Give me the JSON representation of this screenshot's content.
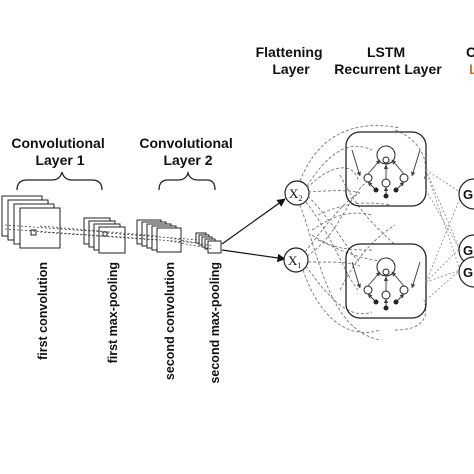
{
  "labels": {
    "conv1": [
      "Convolutional",
      "Layer 1"
    ],
    "conv2": [
      "Convolutional",
      "Layer 2"
    ],
    "flatten": [
      "Flattening",
      "Layer"
    ],
    "lstm": [
      "LSTM",
      "Recurrent Layer"
    ],
    "output_partial": [
      "C",
      "L"
    ],
    "first_convolution": "first convolution",
    "first_max_pooling": "first max-pooling",
    "second_convolution": "second convolution",
    "second_max_pooling": "second max-pooling"
  },
  "nodes": {
    "x2": {
      "base": "X",
      "sub": "2"
    },
    "x1": {
      "base": "X",
      "sub": "1"
    },
    "outputs": [
      "G",
      "G",
      "G"
    ]
  },
  "colors": {
    "line": "#222222",
    "dashed": "#777777",
    "accent_orange": "#d9722a",
    "background": "#ffffff"
  }
}
